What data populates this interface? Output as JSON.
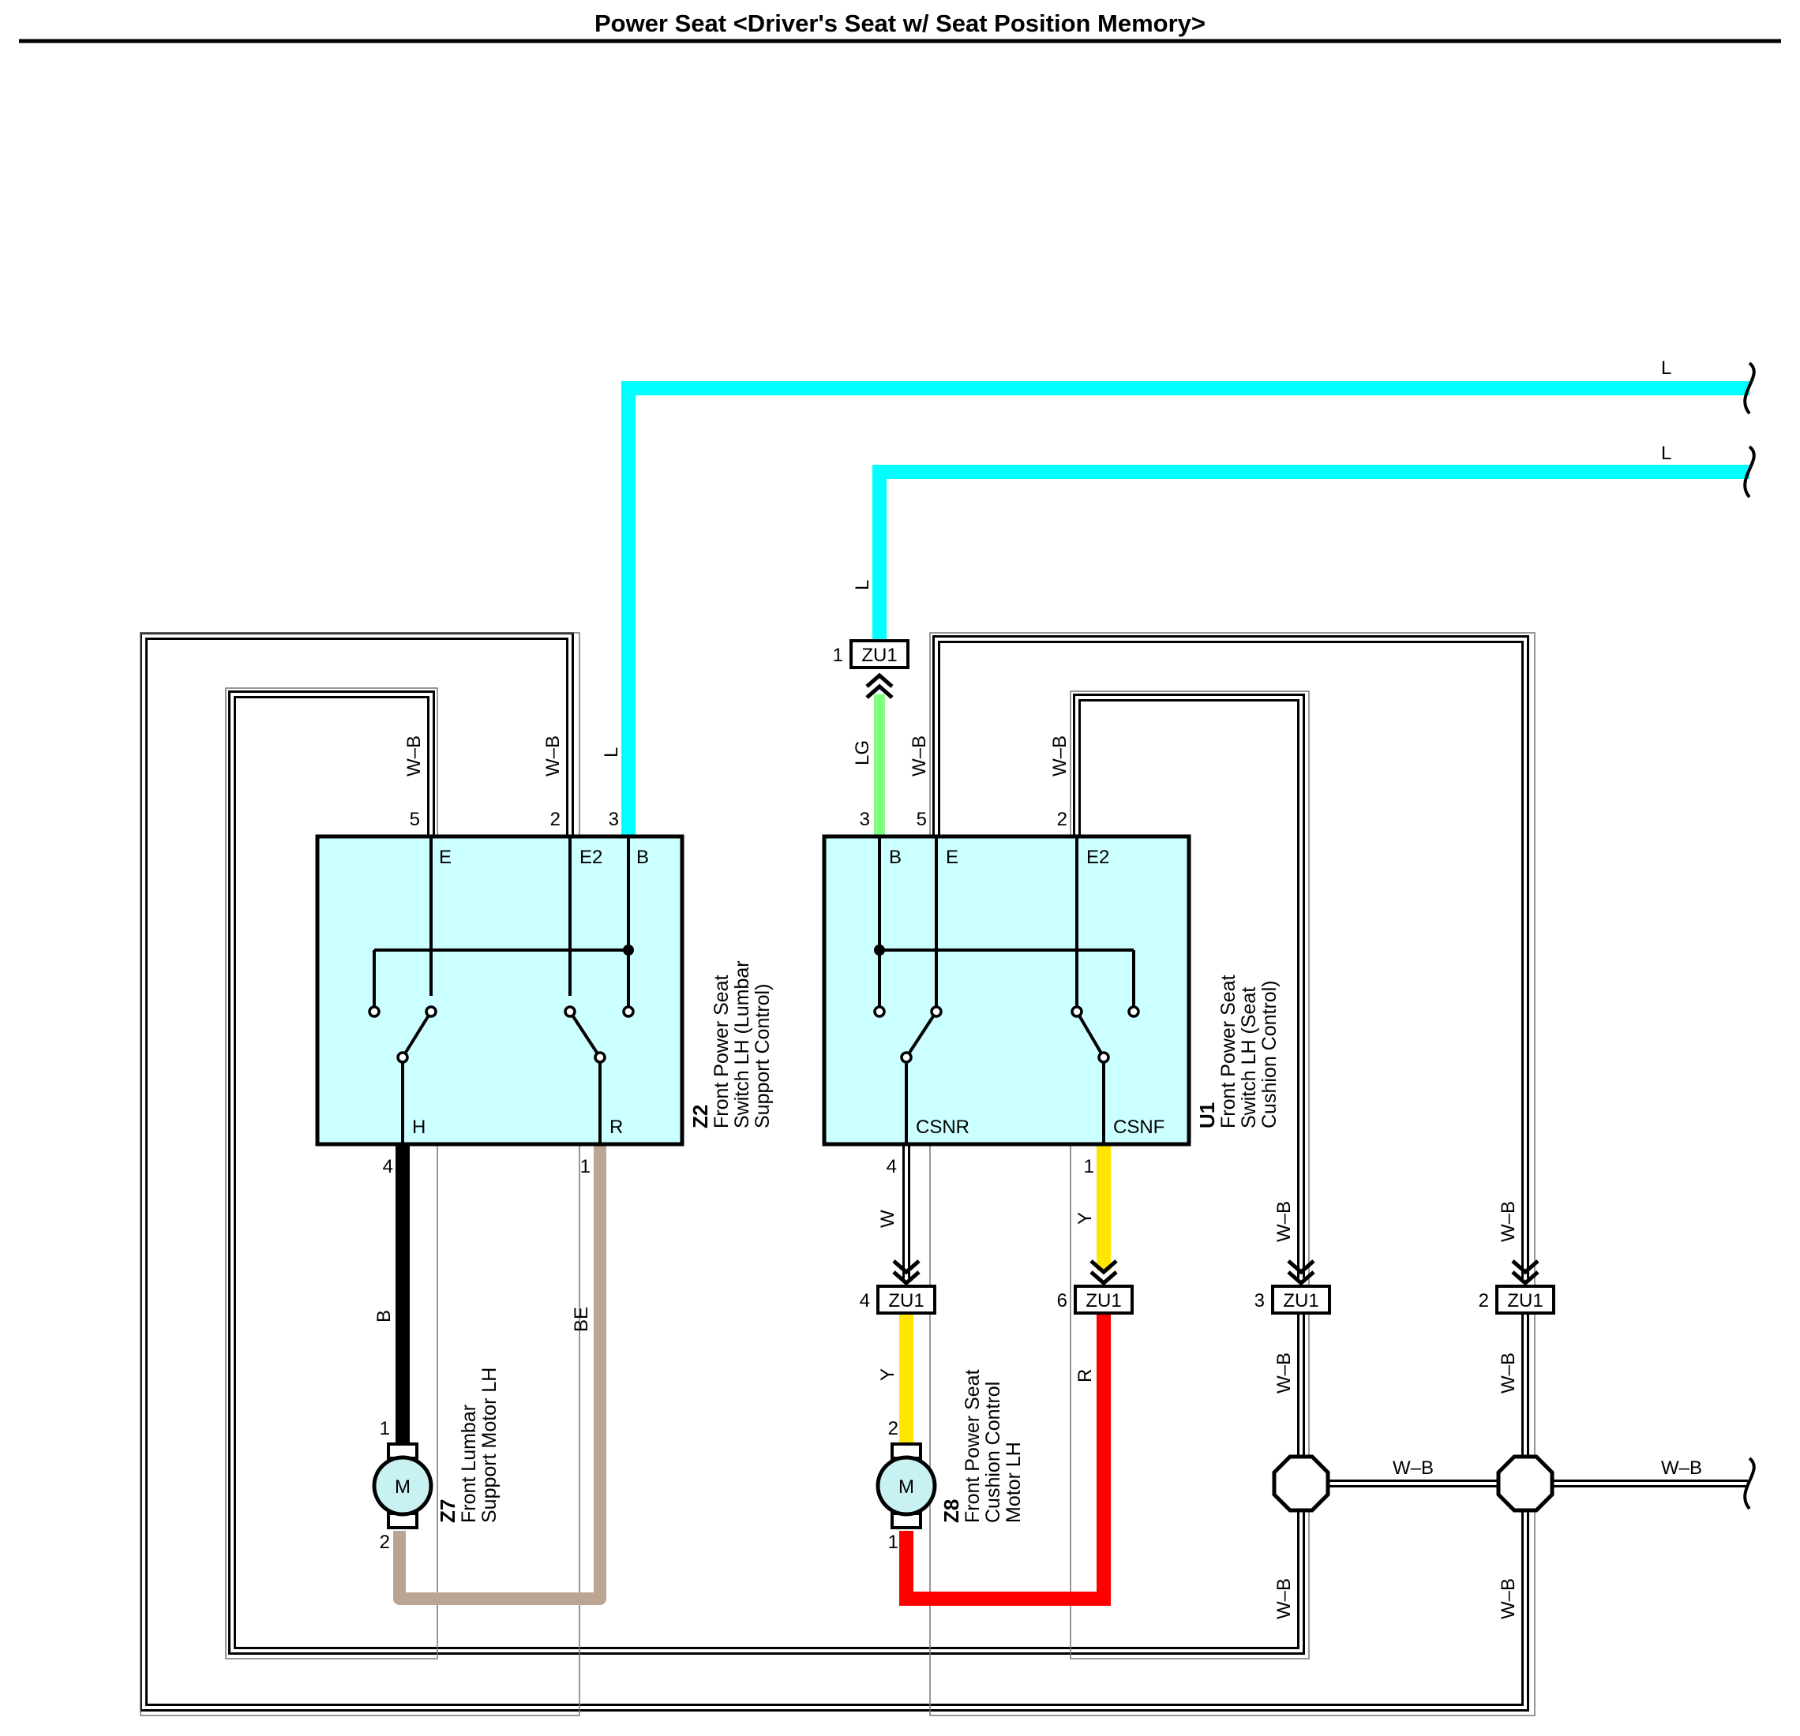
{
  "title": "Power Seat <Driver's Seat w/ Seat Position Memory>",
  "colors": {
    "L": "#00ffff",
    "LG": "#80ff80",
    "Y": "#ffe600",
    "R": "#ff0000",
    "BE": "#b9a592",
    "B": "#000000",
    "switch_fill": "#ccffff",
    "motor_fill": "#c8f2f2"
  },
  "wire_labels": {
    "l_top": "L",
    "l_second": "L",
    "l_vertical_u1": "L",
    "l_z2": "L",
    "lg": "LG",
    "wb_z2_5": "W–B",
    "wb_z2_2": "W–B",
    "wb_u1_5": "W–B",
    "wb_u1_2": "W–B",
    "b": "B",
    "be": "BE",
    "w": "W",
    "y_upper": "Y",
    "y_lower": "Y",
    "r": "R",
    "wb_zu1_3_upper": "W–B",
    "wb_zu1_3_lower": "W–B",
    "wb_zu1_2_upper": "W–B",
    "wb_zu1_2_lower": "W–B",
    "wb_bottom_left": "W–B",
    "wb_bottom_right": "W–B",
    "wb_h_mid": "W–B",
    "wb_h_right": "W–B"
  },
  "z2": {
    "code": "Z2",
    "desc": [
      "Front Power Seat",
      "Switch LH (Lumbar",
      "Support Control)"
    ],
    "terminals": {
      "E": "E",
      "E2": "E2",
      "B": "B",
      "H": "H",
      "R": "R"
    },
    "pins": {
      "p5": "5",
      "p2": "2",
      "p3": "3",
      "p4": "4",
      "p1": "1"
    }
  },
  "u1": {
    "code": "U1",
    "desc": [
      "Front Power Seat",
      "Switch LH (Seat",
      "Cushion Control)"
    ],
    "terminals": {
      "B": "B",
      "E": "E",
      "E2": "E2",
      "CSNR": "CSNR",
      "CSNF": "CSNF"
    },
    "pins": {
      "p3": "3",
      "p5": "5",
      "p2": "2",
      "p4": "4",
      "p1": "1"
    }
  },
  "z7": {
    "code": "Z7",
    "desc": [
      "Front Lumbar",
      "Support Motor LH"
    ],
    "symbol": "M",
    "pins": {
      "p1": "1",
      "p2": "2"
    }
  },
  "z8": {
    "code": "Z8",
    "desc": [
      "Front Power Seat",
      "Cushion Control",
      "Motor LH"
    ],
    "symbol": "M",
    "pins": {
      "p2": "2",
      "p1": "1"
    }
  },
  "zu1": {
    "label": "ZU1",
    "pins": {
      "top": "1",
      "w": "4",
      "y": "6",
      "wb1": "3",
      "wb2": "2"
    }
  }
}
